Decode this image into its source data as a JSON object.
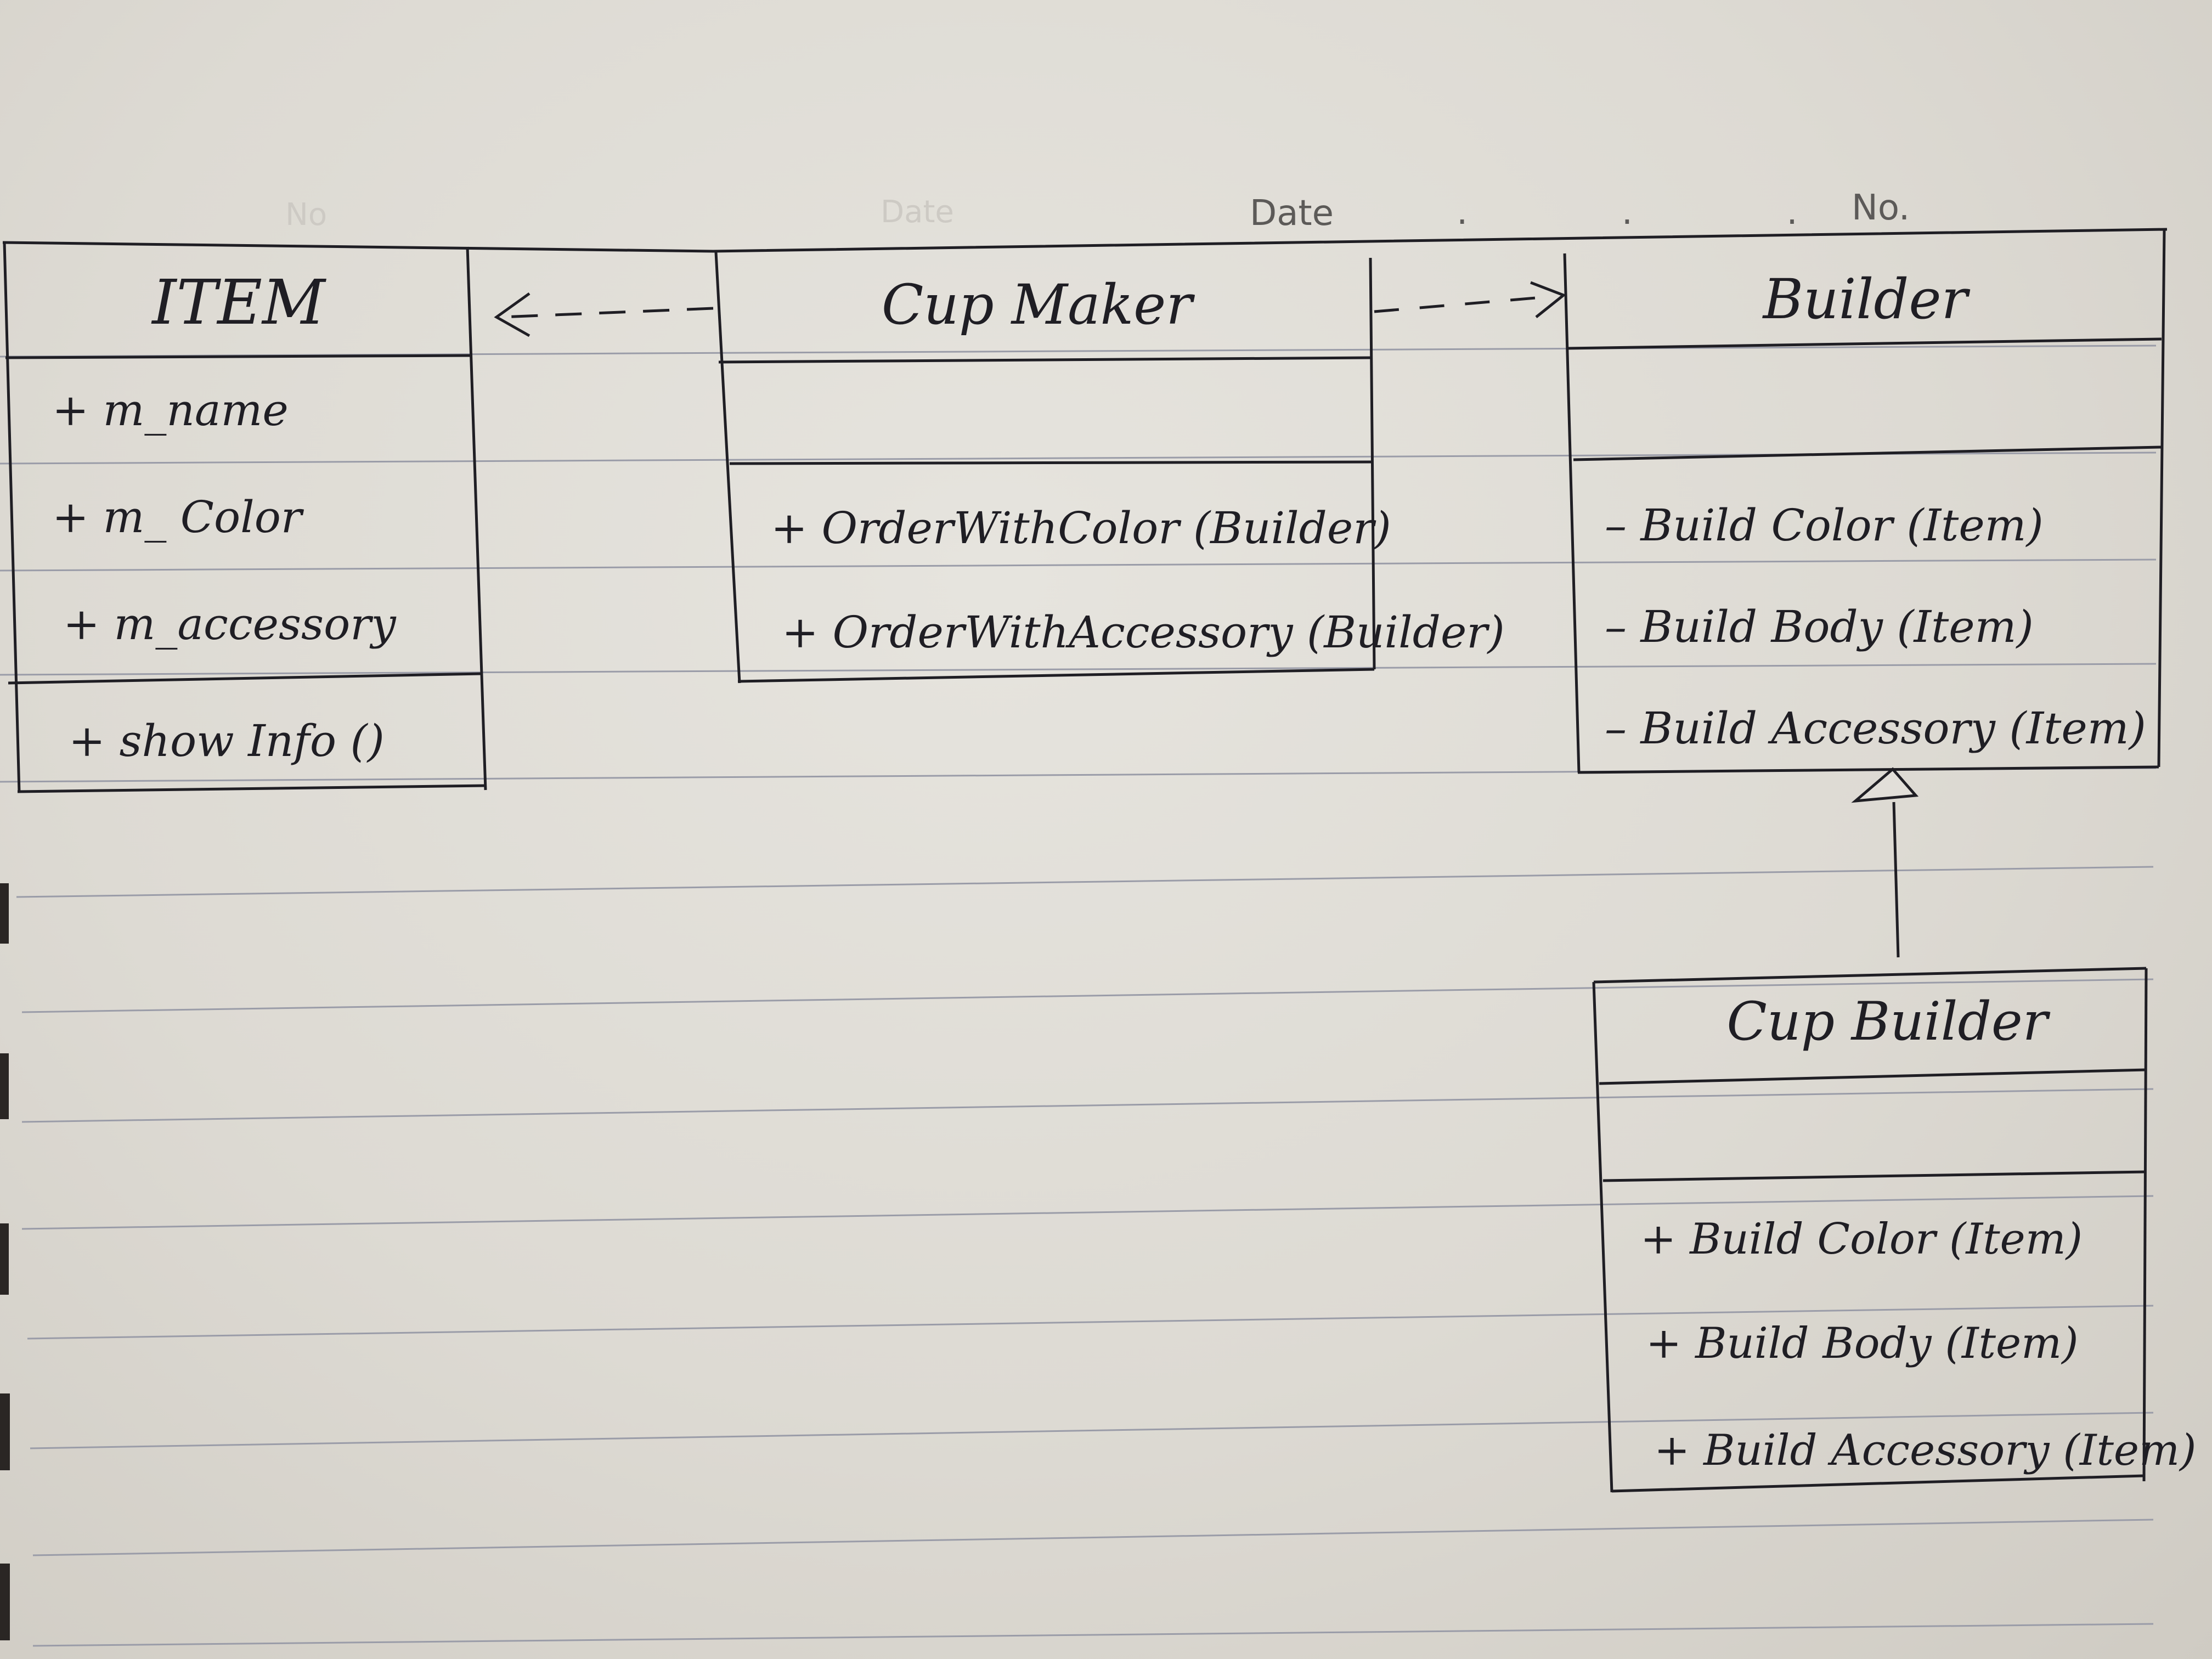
{
  "paper_header": {
    "date_label": "Date",
    "no_label": "No.",
    "date_dots": ". . .",
    "show_through_no": "No",
    "show_through_date": "Date"
  },
  "colors": {
    "ink": "#1f1e24",
    "ruled_line": "#9a9ca8",
    "paper": "#e4e2dc",
    "printed_text": "#5c5a58"
  },
  "classes": {
    "item": {
      "name": "ITEM",
      "attributes": [
        "+  m_name",
        "+  m_ Color",
        "+  m_accessory"
      ],
      "operations": [
        "+  show Info ()"
      ]
    },
    "cup_maker": {
      "name": "Cup Maker",
      "attributes": [],
      "operations": [
        "+ OrderWithColor (Builder)",
        "+ OrderWithAccessory (Builder)"
      ]
    },
    "builder": {
      "name": "Builder",
      "attributes": [],
      "operations": [
        "–  Build Color (Item)",
        "–  Build Body (Item)",
        "–  Build Accessory (Item)"
      ]
    },
    "cup_builder": {
      "name": "Cup Builder",
      "attributes": [],
      "operations": [
        "+ Build Color (Item)",
        "+ Build Body (Item)",
        "+ Build Accessory (Item)"
      ]
    }
  },
  "relations": [
    {
      "from": "Cup Maker",
      "to": "ITEM",
      "kind": "dependency",
      "style": "dashed-open-arrow"
    },
    {
      "from": "Cup Maker",
      "to": "Builder",
      "kind": "dependency",
      "style": "dashed-open-arrow"
    },
    {
      "from": "Cup Builder",
      "to": "Builder",
      "kind": "generalization",
      "style": "solid-hollow-triangle"
    }
  ]
}
